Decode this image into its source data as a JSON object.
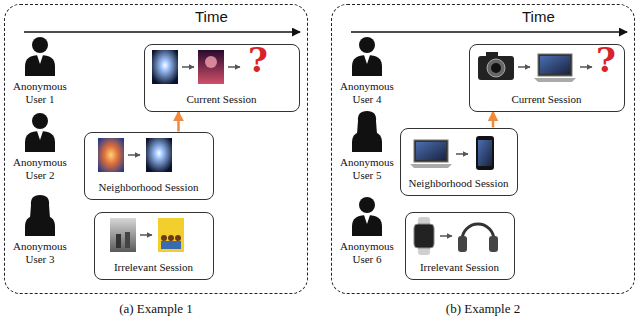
{
  "diagram": {
    "nodes": [
      {
        "text": [
          "Time",
          "(a) Example 1"
        ]
      },
      {
        "text": [
          "Current Session"
        ],
        "in": 0
      },
      {
        "text": [
          "Neighborhood Session"
        ],
        "in": 0
      },
      {
        "text": [
          "Irrelevant Session"
        ],
        "in": 0
      },
      {
        "text": [
          "Time",
          "(b) Example 2"
        ]
      },
      {
        "text": [
          "Current Session"
        ],
        "in": 4
      },
      {
        "text": [
          "Neighborhood Session"
        ],
        "in": 4
      },
      {
        "text": [
          "Irrelevant Session"
        ],
        "in": 4
      }
    ],
    "edges": [
      {
        "from": 2,
        "to": 1,
        "arrow": "to"
      },
      {
        "from": 6,
        "to": 5,
        "arrow": "to"
      }
    ],
    "labels": [
      "Anonymous User 1",
      "Anonymous User 2",
      "Anonymous User 3",
      "?",
      "Anonymous User 4",
      "Anonymous User 5",
      "Anonymous User 6",
      "?"
    ]
  }
}
